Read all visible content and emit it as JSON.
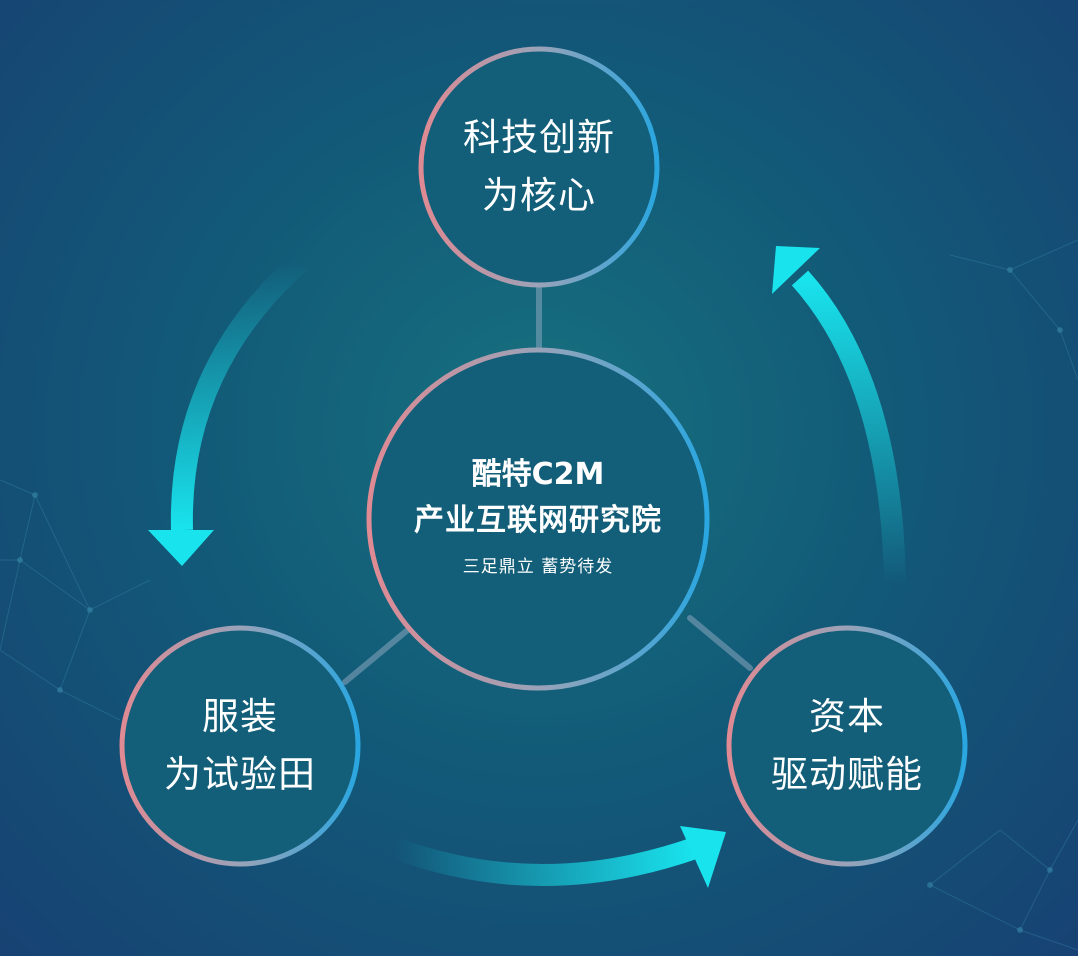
{
  "diagram": {
    "center": {
      "line1": "酷特C2M",
      "line2": "产业互联网研究院",
      "tagline": "三足鼎立 蓄势待发"
    },
    "nodes": {
      "top": {
        "line1": "科技创新",
        "line2": "为核心"
      },
      "left": {
        "line1": "服装",
        "line2": "为试验田"
      },
      "right": {
        "line1": "资本",
        "line2": "驱动赋能"
      }
    }
  },
  "colors": {
    "ring_start": "#e08a93",
    "ring_end": "#2aa6e0",
    "arrow": "#19e4ee",
    "node_fill": "#135f79"
  }
}
